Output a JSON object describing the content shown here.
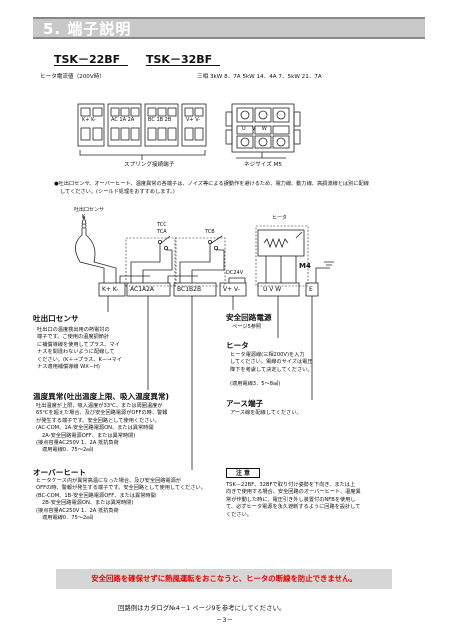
{
  "header": {
    "title": "5. 端子説明"
  },
  "models": {
    "a": "TSK－22BF",
    "b": "TSK－32BF"
  },
  "top": {
    "heater_cap_label": "ヒータ電流値（200V時）",
    "heater_cap_values": "三相  3kW  8．7A      5kW  14．4A      7．5kW  21．7A",
    "spring_label": "スプリング接続端子",
    "screw_label": "ネジサイズ  M5",
    "terms_a": [
      "K+",
      "K-"
    ],
    "terms_b": [
      "AC",
      "1A",
      "2A"
    ],
    "terms_c": [
      "BC",
      "1B",
      "2B"
    ],
    "terms_d": [
      "V+",
      "V-"
    ],
    "terms_e": [
      "U",
      "V",
      "W"
    ]
  },
  "notice": {
    "line1": "●吐出口センサ、オーバーヒート、温度異常の各端子は、ノイズ等による誤動作を避けるため、電力線、動力線、高調波線とは別に配線",
    "line2": "してください。(シールド処理をおすすめします。)"
  },
  "diagram": {
    "sensor_label": "吐出口センサ",
    "sensor_k": "K",
    "tcc": "TCC",
    "tca": "TCA",
    "tcb": "TCB",
    "heater": "ヒータ",
    "dc24v": "DC24V",
    "m4": "M4",
    "box1": "K+ K-",
    "box2": "AC1A2A",
    "box3": "BC1B2B",
    "box4": "V+ V-",
    "box5": "U  V  W",
    "box6": "E"
  },
  "sections": {
    "sensor": {
      "title": "吐出口センサ",
      "lines": [
        "吐出口の温度検出用の熱電対の",
        "端子です。ご使用の温度調節計",
        "に補償導線を使用してプラス、マイ",
        "ナスを間違わないように配線して",
        "ください。(K＋→プラス、K－→マイ",
        "ナス適用補償導線  WX－H)"
      ]
    },
    "abnormal": {
      "title": "温度異常(吐出温度上限、吸入温度異常)",
      "lines": [
        "吐出温度が上限、吸入温度が33℃、または周囲温度が",
        "65℃を超えた場合、及び安全回路電源がOFFの時、警報",
        "が発生する端子です。安全回路として使用ください。",
        "(AC-COM、1A-安全回路電源ON、または異常時開",
        "2A-安全回路電源OFF、または異常時閉)",
        "(接点容量AC250V  1．2A  抵抗負荷",
        "適用電線0．75～2㎟)"
      ]
    },
    "overheat": {
      "title": "オーバーヒート",
      "lines": [
        "ヒータケース内が異常高温になった場合、及び安全回路電源が",
        "OFFの時、警報が発生する端子です。安全回路として使用してください。",
        "(BC-COM、1B-安全回路電源OFF、または異常時開",
        "2B-安全回路電源ON、または異常時閉)",
        "(接点容量AC250V  1．2A  抵抗負荷",
        "適用電線0．75～2㎟)"
      ]
    },
    "power": {
      "title": "安全回路電源",
      "lines": [
        "ページ5参照"
      ]
    },
    "heater": {
      "title": "ヒータ",
      "lines": [
        "ヒータ電源線(三相200V)を入力",
        "してください。電線のサイズは電圧",
        "降下を考慮して決定してください。",
        "",
        "(適用電線3．5～8㎟)"
      ]
    },
    "earth": {
      "title": "アース端子",
      "lines": [
        "アース線を配線してください。"
      ]
    },
    "note": {
      "title": "注  意",
      "lines": [
        "TSK－22BF、32BFで取り付け姿勢を下向き、または上",
        "向きで使用する場合、安全回路のオーバーヒート、温度異",
        "常が作動した時に、電圧引き外し装置付のNFBを使用し",
        "て、必ずヒータ電源を永久遮断するように回路を設計して",
        "ください。"
      ]
    }
  },
  "warning": "安全回路を確保せずに熱風運転をおこなうと、ヒータの断線を防止できません。",
  "footer": {
    "ref": "回路例はカタログ№4－1  ページ9を参考にしてください。",
    "page": "－3－"
  }
}
